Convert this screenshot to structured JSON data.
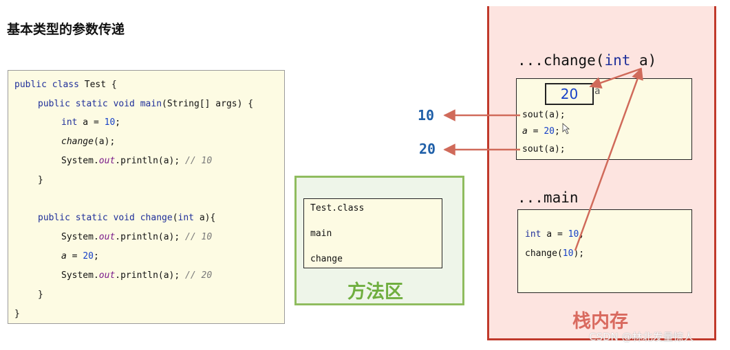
{
  "title": "基本类型的参数传递",
  "code": {
    "l1": {
      "a": "public class",
      "b": " Test {"
    },
    "l2": {
      "a": "public static void",
      "b": " main",
      "c": "(String[] args) {"
    },
    "l3": {
      "a": "int",
      "b": " a = ",
      "c": "10",
      "d": ";"
    },
    "l4": {
      "a": "change",
      "b": "(a);"
    },
    "l5": {
      "a": "System.",
      "b": "out",
      "c": ".println(a); ",
      "d": "// 10"
    },
    "l6": "}",
    "l7": {
      "a": "public static void",
      "b": " change",
      "c": "(",
      "d": "int",
      "e": " a){"
    },
    "l8": {
      "a": "System.",
      "b": "out",
      "c": ".println(a); ",
      "d": "// 10"
    },
    "l9": {
      "a": "a",
      "b": " = ",
      "c": "20",
      "d": ";"
    },
    "l10": {
      "a": "System.",
      "b": "out",
      "c": ".println(a); ",
      "d": "// 20"
    },
    "l11": "}",
    "l12": "}"
  },
  "method_area": {
    "items": [
      "Test.class",
      "main",
      "change"
    ],
    "label": "方法区"
  },
  "stack": {
    "change_frame": {
      "label_a": "...change(",
      "label_b": "int",
      "label_c": " a)",
      "var_value": "20",
      "var_name": "a",
      "lines": {
        "l1": "sout(a);",
        "l2a": "a",
        "l2b": " = ",
        "l2c": "20",
        "l2d": ";",
        "l3": "sout(a);"
      }
    },
    "main_frame": {
      "label": "...main",
      "lines": {
        "l1a": "int",
        "l1b": " a = ",
        "l1c": "10",
        "l1d": ";",
        "l2a": "change(",
        "l2b": "10",
        "l2c": ");"
      }
    },
    "label": "栈内存"
  },
  "outputs": [
    "10",
    "20"
  ],
  "watermark": "CSDN @林北发量惊人",
  "colors": {
    "arrow": "#d06a5a",
    "stack_border": "#c0392b",
    "method_border": "#8fbc5e",
    "code_bg": "#fdfbe3",
    "keyword": "#1f2f9a",
    "number": "#1640c8"
  }
}
